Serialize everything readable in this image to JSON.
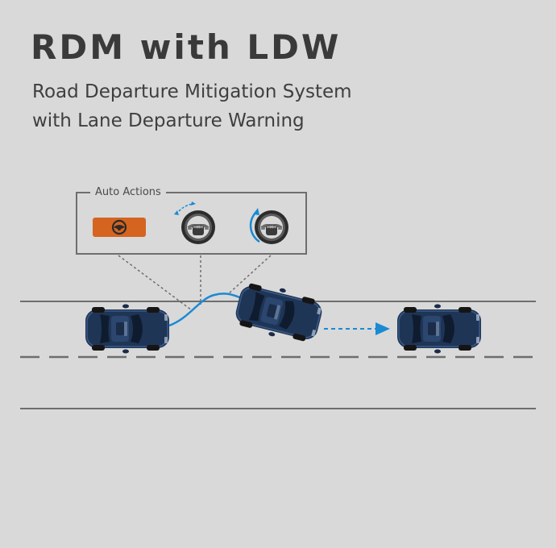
{
  "header": {
    "title": "RDM with LDW",
    "subtitle_line1": "Road Departure Mitigation System",
    "subtitle_line2": "with Lane Departure Warning"
  },
  "panel": {
    "label": "Auto Actions",
    "actions": [
      {
        "name": "warning-indicator",
        "icon": "steering-warning-icon"
      },
      {
        "name": "steering-vibration",
        "icon": "steering-wheel-vibration-icon"
      },
      {
        "name": "steering-assist",
        "icon": "steering-wheel-assist-icon"
      }
    ]
  },
  "colors": {
    "background": "#d9d9d9",
    "road_line": "#6e6e6e",
    "trajectory": "#1a8ad4",
    "warning_orange": "#d4641f",
    "car_body": "#1f3556"
  }
}
